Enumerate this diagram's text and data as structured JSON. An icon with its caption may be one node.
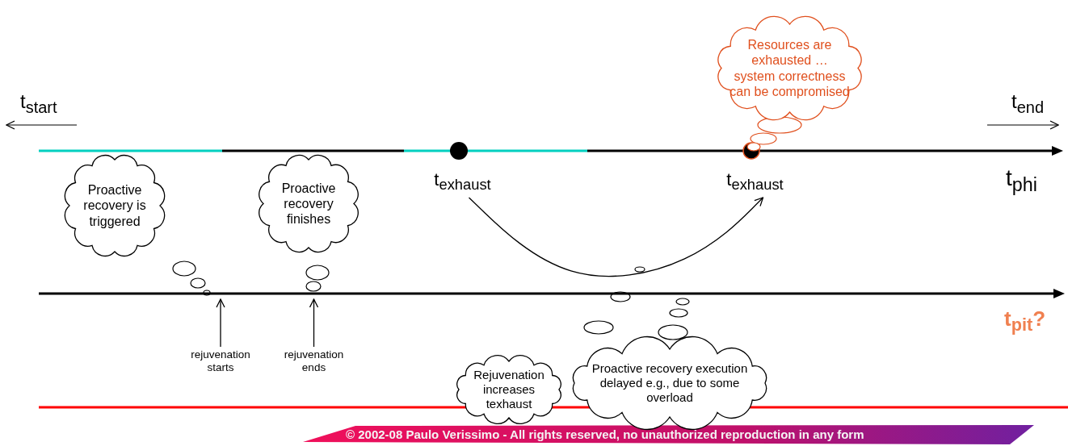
{
  "diagram": {
    "nodes": [
      {
        "text": [
          "t$_{exhaust}$"
        ]
      },
      {
        "text": [
          "t$_{exhaust}$"
        ]
      },
      {
        "text": [
          "rejuvenation starts"
        ]
      },
      {
        "text": [
          "rejuvenation ends"
        ]
      },
      {
        "text": [
          "Proactive recovery is triggered"
        ]
      },
      {
        "text": [
          "Proactive recovery finishes"
        ]
      },
      {
        "text": [
          "Resources are exhausted … system correctness can be compromised"
        ]
      },
      {
        "text": [
          "Rejuvenation increases texhaust"
        ]
      },
      {
        "text": [
          "Proactive recovery execution delayed e.g., due to some overload"
        ]
      },
      {
        "text": [],
        "shape": "arrow"
      }
    ],
    "edges": [
      {
        "from": 0,
        "to": 1,
        "arrow": "to"
      },
      {
        "from": 2,
        "to": 9,
        "arrow": "to"
      },
      {
        "from": 3,
        "to": 9,
        "arrow": "to"
      }
    ],
    "labels": [
      "t$_{start}$",
      "t$_{end}$",
      "t$_{phi}$",
      "t$_{pit}$?",
      "© 2002-08  Paulo Verissimo - All rights reserved, no unauthorized reproduction in any form"
    ]
  }
}
